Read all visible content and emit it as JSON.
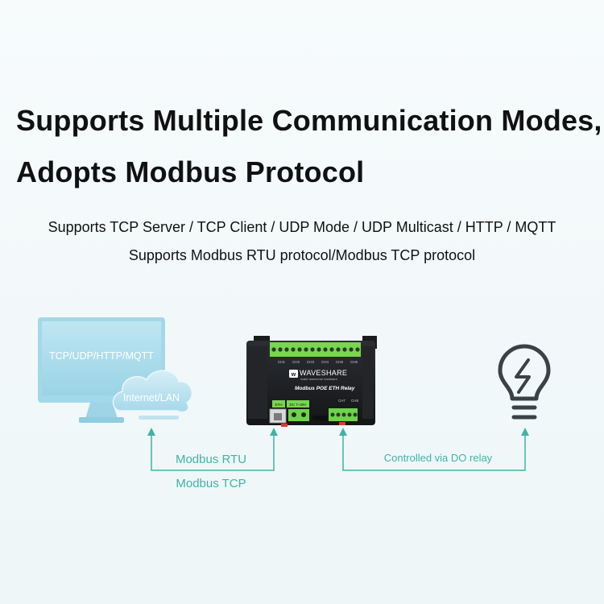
{
  "heading": {
    "line1": "Supports Multiple Communication Modes,",
    "line2": "Adopts Modbus Protocol"
  },
  "subtitles": {
    "modes": "Supports TCP Server / TCP Client / UDP Mode / UDP Multicast / HTTP / MQTT",
    "protocols": "Supports Modbus RTU protocol/Modbus TCP protocol"
  },
  "computer": {
    "screen_text": "TCP/UDP/HTTP/MQTT",
    "cloud_text": "Internet/LAN"
  },
  "device": {
    "brand": "WAVESHARE",
    "tagline": "make awesome hardware",
    "model": "Modbus POE ETH Relay",
    "channels": [
      "CH1",
      "CH2",
      "CH3",
      "CH4",
      "CH5",
      "CH6"
    ],
    "bottom_channels": [
      "CH7",
      "CH8"
    ],
    "port_labels": [
      "ETH",
      "DC 7~36V"
    ]
  },
  "links": {
    "left_label_1": "Modbus RTU",
    "left_label_2": "Modbus TCP",
    "right_label": "Controlled via DO relay"
  },
  "colors": {
    "accent": "#3fb3a8",
    "screen": "#a9dcea",
    "bezel": "#9fd6e8",
    "device_body": "#1b1d20",
    "terminal": "#6dd34a",
    "bulb": "#3a4247"
  }
}
